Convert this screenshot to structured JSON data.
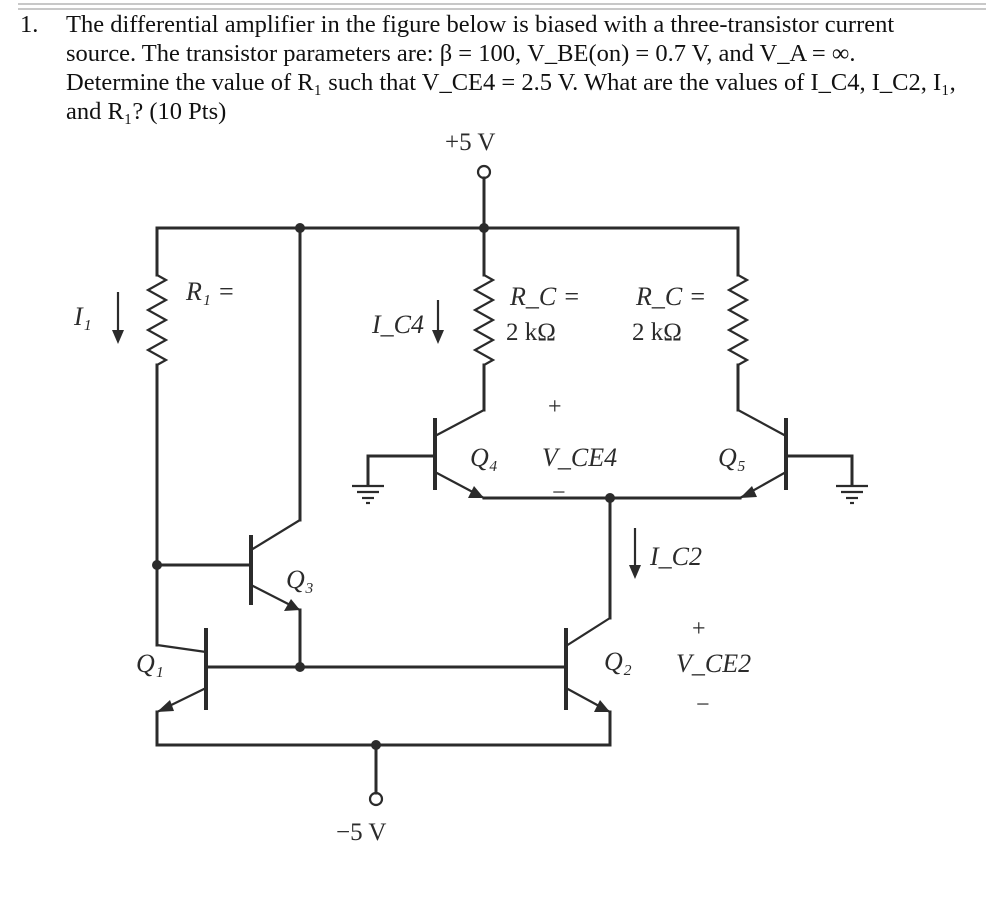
{
  "question": {
    "number": "1.",
    "lines": [
      "The differential amplifier in the figure below is biased with a three-transistor current",
      "source. The transistor parameters are: β = 100, V_BE(on) = 0.7 V, and V_A = ∞.",
      "Determine the value of R₁ such that V_CE4 = 2.5 V. What are the values of I_C4, I_C2, I₁,",
      "and R₁? (10 Pts)"
    ]
  },
  "circuit": {
    "supply_pos": "+5 V",
    "supply_neg": "−5 V",
    "r1_label": "R₁ =",
    "i1_label": "I₁",
    "ic4_label": "I_C4",
    "rc_left": {
      "name": "R_C =",
      "value": "2 kΩ"
    },
    "rc_right": {
      "name": "R_C =",
      "value": "2 kΩ"
    },
    "q1": "Q₁",
    "q2": "Q₂",
    "q3": "Q₃",
    "q4": "Q₄",
    "q5": "Q₅",
    "vce4": "V_CE4",
    "vce2": "V_CE2",
    "ic2": "I_C2",
    "plus": "+",
    "minus": "−"
  }
}
